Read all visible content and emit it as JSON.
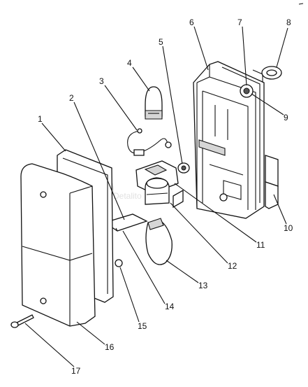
{
  "callouts": [
    {
      "id": "1",
      "text": "1"
    },
    {
      "id": "2",
      "text": "2"
    },
    {
      "id": "3",
      "text": "3"
    },
    {
      "id": "4",
      "text": "4"
    },
    {
      "id": "5",
      "text": "5"
    },
    {
      "id": "6",
      "text": "6"
    },
    {
      "id": "7",
      "text": "7"
    },
    {
      "id": "8",
      "text": "8"
    },
    {
      "id": "9",
      "text": "9"
    },
    {
      "id": "10",
      "text": "10"
    },
    {
      "id": "11",
      "text": "11"
    },
    {
      "id": "12",
      "text": "12"
    },
    {
      "id": "13",
      "text": "13"
    },
    {
      "id": "14",
      "text": "14"
    },
    {
      "id": "15",
      "text": "15"
    },
    {
      "id": "16",
      "text": "16"
    },
    {
      "id": "17",
      "text": "17"
    }
  ],
  "watermark": {
    "text": "Detalito"
  }
}
